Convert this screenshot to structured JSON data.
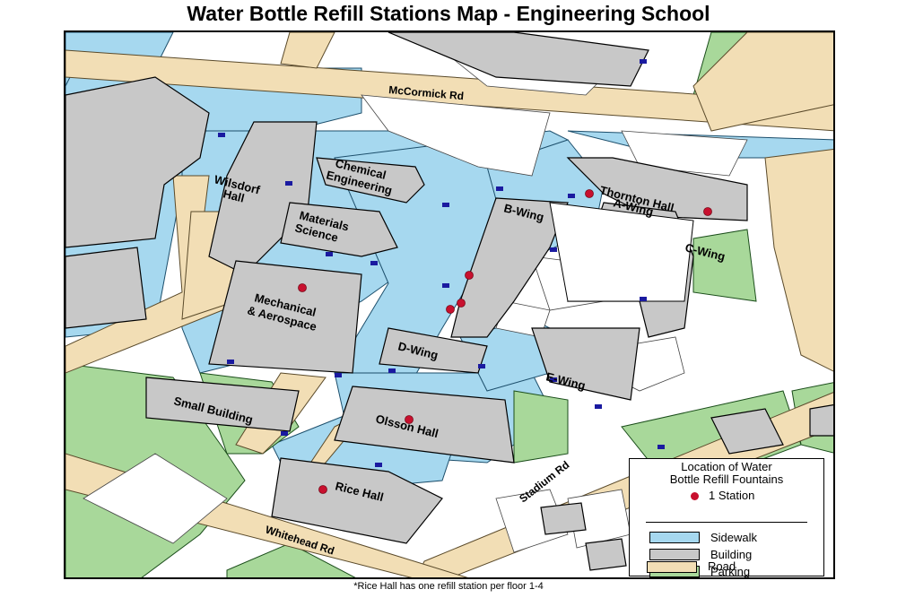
{
  "title": "Water Bottle Refill Stations Map - Engineering School",
  "footnote": "*Rice Hall has one refill station per floor 1-4",
  "colors": {
    "sidewalk": "#a6d8ef",
    "building": "#c8c8c8",
    "parking": "#a8d89a",
    "road": "#f2deb5",
    "station": "#c8102e",
    "door": "#1a1aa0"
  },
  "roads": {
    "mccormick": "McCormick Rd",
    "stadium": "Stadium Rd",
    "whitehead": "Whitehead Rd"
  },
  "buildings": {
    "chemical": [
      "Chemical",
      "Engineering"
    ],
    "wilsdorf": [
      "Wilsdorf",
      "Hall"
    ],
    "materials": [
      "Materials",
      "Science"
    ],
    "mechanical": [
      "Mechanical",
      "& Aerospace"
    ],
    "thornton": [
      "Thornton Hall",
      "A-Wing"
    ],
    "bwing": "B-Wing",
    "cwing": "C-Wing",
    "dwing": "D-Wing",
    "ewing": "E-Wing",
    "small": "Small Building",
    "olsson": "Olsson Hall",
    "rice": "Rice Hall"
  },
  "stations": [
    {
      "building": "Thornton Hall A-Wing"
    },
    {
      "building": "Thornton Hall A-Wing"
    },
    {
      "building": "Thornton Hall B-Wing"
    },
    {
      "building": "Thornton Hall B-Wing"
    },
    {
      "building": "Thornton Hall B-Wing"
    },
    {
      "building": "Mechanical & Aerospace"
    },
    {
      "building": "Olsson Hall"
    },
    {
      "building": "Rice Hall"
    }
  ],
  "legend": {
    "title_line1": "Location of Water",
    "title_line2": "Bottle Refill Fountains",
    "station_label": "1 Station",
    "items": [
      {
        "label": "Sidewalk",
        "color": "#a6d8ef"
      },
      {
        "label": "Building",
        "color": "#c8c8c8"
      },
      {
        "label": "Parking",
        "color": "#a8d89a"
      },
      {
        "label": "Road",
        "color": "#f2deb5"
      }
    ]
  }
}
